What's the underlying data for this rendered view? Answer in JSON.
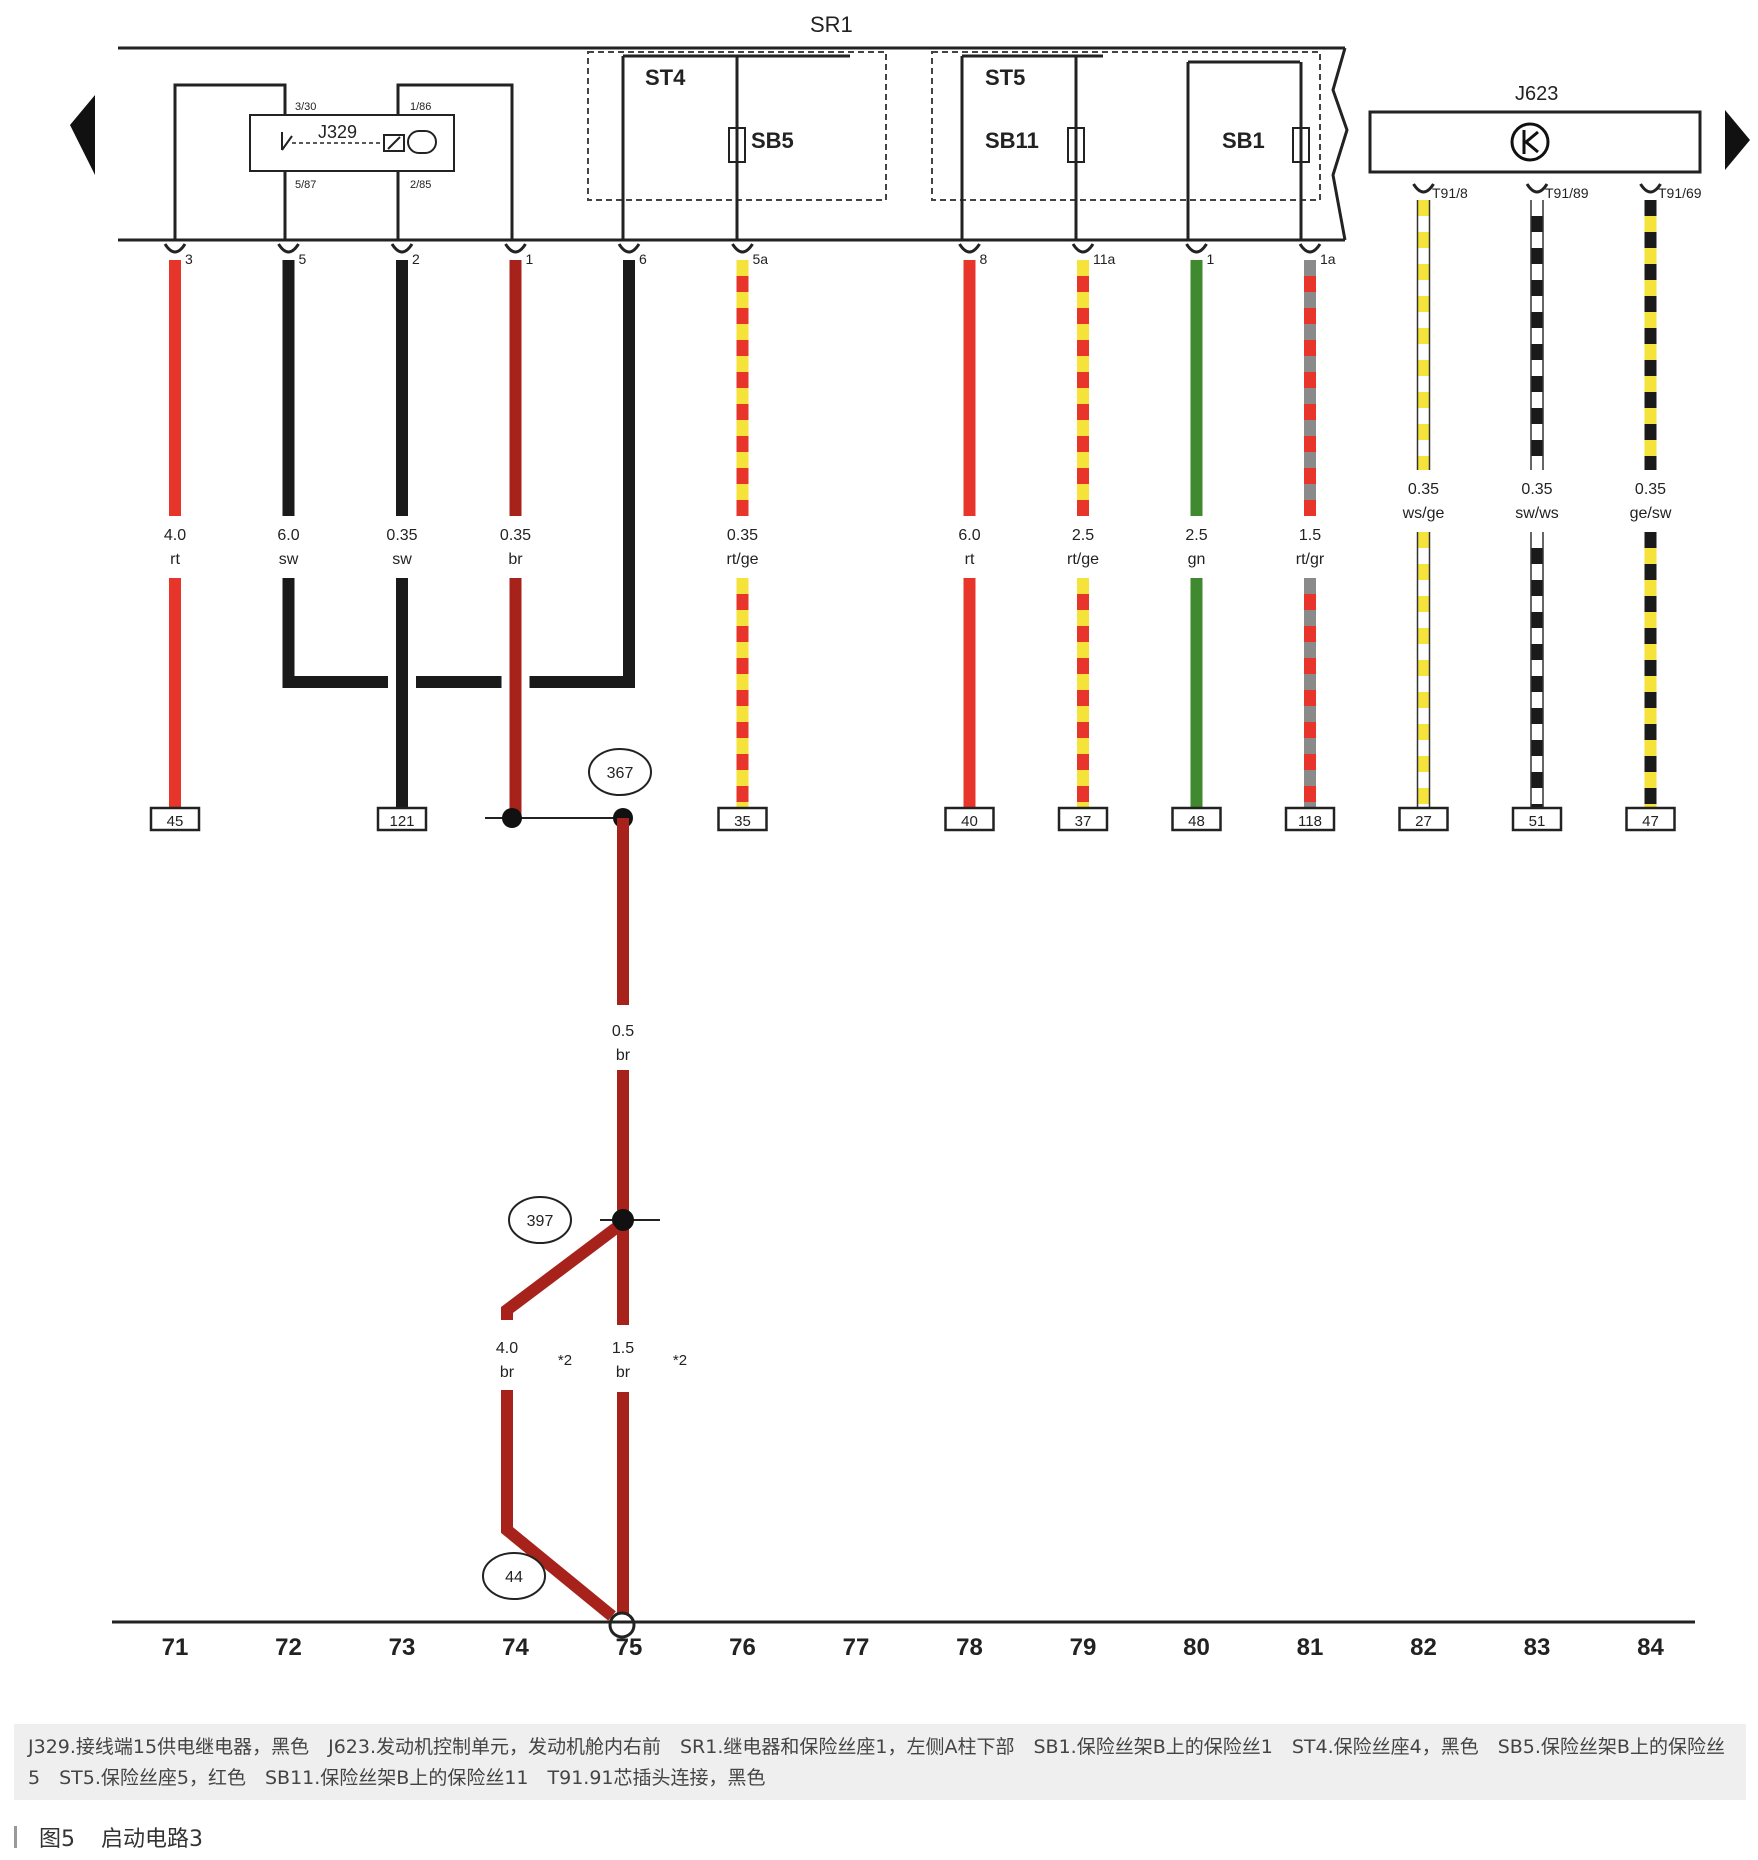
{
  "relay_panel": {
    "label": "SR1",
    "fuse_holders": [
      "ST4",
      "ST5"
    ],
    "fuses": [
      "SB5",
      "SB11",
      "SB1"
    ],
    "relay": {
      "label": "J329",
      "pins": [
        "3/30",
        "1/86",
        "5/87",
        "2/85"
      ]
    }
  },
  "ecu": {
    "label": "J623",
    "pins": [
      "T91/8",
      "T91/89",
      "T91/69"
    ]
  },
  "wires": [
    {
      "column": 71,
      "pin": "3",
      "gauge": "4.0",
      "color_code": "rt",
      "connector": "45",
      "colors": [
        "#e8352b"
      ]
    },
    {
      "column": 72,
      "pin": "5",
      "gauge": "6.0",
      "color_code": "sw",
      "connector": "",
      "colors": [
        "#1a1a1a"
      ]
    },
    {
      "column": 73,
      "pin": "2",
      "gauge": "0.35",
      "color_code": "sw",
      "connector": "121",
      "colors": [
        "#1a1a1a"
      ]
    },
    {
      "column": 74,
      "pin": "1",
      "gauge": "0.35",
      "color_code": "br",
      "connector": "",
      "colors": [
        "#a8221c"
      ]
    },
    {
      "column": 75,
      "pin": "6",
      "gauge": "",
      "color_code": "",
      "connector": "",
      "colors": [
        "#1a1a1a"
      ]
    },
    {
      "column": 76,
      "pin": "5a",
      "gauge": "0.35",
      "color_code": "rt/ge",
      "connector": "35",
      "colors": [
        "#e8352b",
        "#f5e23a"
      ]
    },
    {
      "column": 78,
      "pin": "8",
      "gauge": "6.0",
      "color_code": "rt",
      "connector": "40",
      "colors": [
        "#e8352b"
      ]
    },
    {
      "column": 79,
      "pin": "11a",
      "gauge": "2.5",
      "color_code": "rt/ge",
      "connector": "37",
      "colors": [
        "#e8352b",
        "#f5e23a"
      ]
    },
    {
      "column": 80,
      "pin": "1",
      "gauge": "2.5",
      "color_code": "gn",
      "connector": "48",
      "colors": [
        "#3f8a2e"
      ]
    },
    {
      "column": 81,
      "pin": "1a",
      "gauge": "1.5",
      "color_code": "rt/gr",
      "connector": "118",
      "colors": [
        "#e8352b",
        "#8a8a8a"
      ]
    },
    {
      "column": 82,
      "pin": "T91/8",
      "gauge": "0.35",
      "color_code": "ws/ge",
      "connector": "27",
      "colors": [
        "#ffffff",
        "#f5e23a"
      ]
    },
    {
      "column": 83,
      "pin": "T91/89",
      "gauge": "0.35",
      "color_code": "sw/ws",
      "connector": "51",
      "colors": [
        "#1a1a1a",
        "#ffffff"
      ]
    },
    {
      "column": 84,
      "pin": "T91/69",
      "gauge": "0.35",
      "color_code": "ge/sw",
      "connector": "47",
      "colors": [
        "#f5e23a",
        "#1a1a1a"
      ]
    }
  ],
  "lower_wires": [
    {
      "gauge": "0.5",
      "color_code": "br"
    },
    {
      "gauge": "4.0",
      "color_code": "br",
      "note": "*2"
    },
    {
      "gauge": "1.5",
      "color_code": "br",
      "note": "*2"
    }
  ],
  "junctions": [
    "367",
    "397",
    "44"
  ],
  "columns": [
    "71",
    "72",
    "73",
    "74",
    "75",
    "76",
    "77",
    "78",
    "79",
    "80",
    "81",
    "82",
    "83",
    "84"
  ],
  "caption": "J329.接线端15供电继电器，黑色　J623.发动机控制单元，发动机舱内右前　SR1.继电器和保险丝座1，左侧A柱下部　SB1.保险丝架B上的保险丝1　ST4.保险丝座4，黑色　SB5.保险丝架B上的保险丝5　ST5.保险丝座5，红色　SB11.保险丝架B上的保险丝11　T91.91芯插头连接，黑色",
  "figure": {
    "number": "图5",
    "title": "启动电路3"
  }
}
